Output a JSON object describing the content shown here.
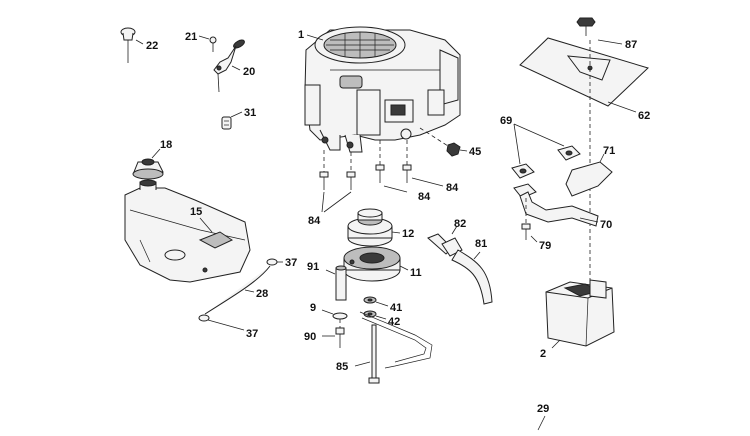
{
  "callouts": {
    "c1": "1",
    "c2": "2",
    "c9": "9",
    "c11": "11",
    "c12": "12",
    "c15": "15",
    "c18": "18",
    "c20": "20",
    "c21": "21",
    "c22": "22",
    "c28": "28",
    "c29": "29",
    "c31": "31",
    "c37a": "37",
    "c37b": "37",
    "c41": "41",
    "c42": "42",
    "c45": "45",
    "c62": "62",
    "c69": "69",
    "c70": "70",
    "c71": "71",
    "c79": "79",
    "c81": "81",
    "c82": "82",
    "c84a": "84",
    "c84b": "84",
    "c84c": "84",
    "c85": "85",
    "c87": "87",
    "c90": "90",
    "c91": "91"
  }
}
